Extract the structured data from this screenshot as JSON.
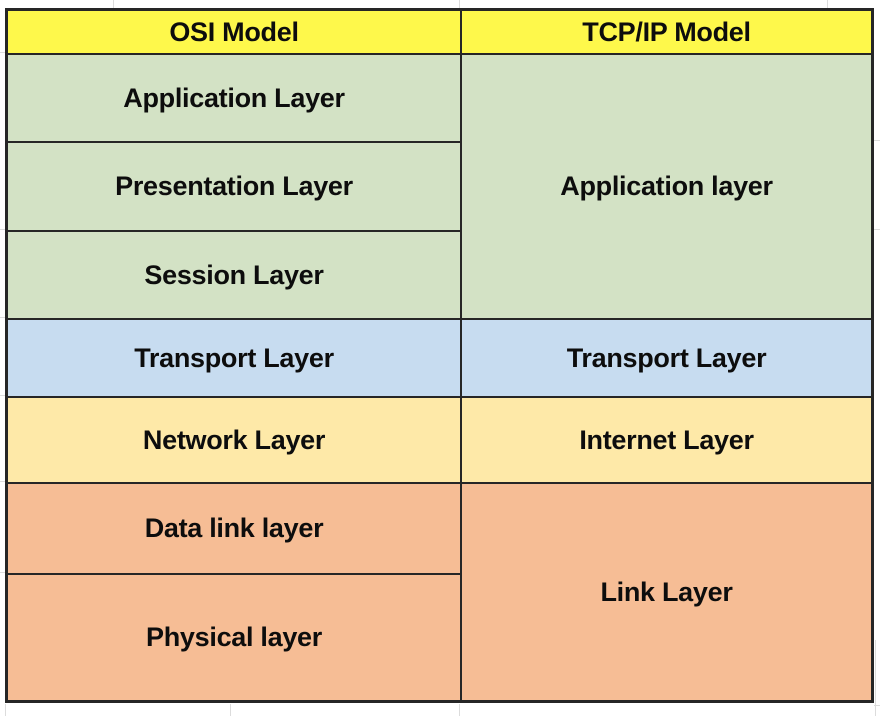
{
  "table": {
    "osi": {
      "header": "OSI Model",
      "layers": [
        "Application Layer",
        "Presentation Layer",
        "Session Layer",
        "Transport Layer",
        "Network Layer",
        "Data link layer",
        "Physical layer"
      ]
    },
    "tcpip": {
      "header": "TCP/IP Model",
      "layers": [
        "Application layer",
        "Transport Layer",
        "Internet Layer",
        "Link Layer"
      ]
    }
  },
  "colors": {
    "header_bg": "#fef84b",
    "application_band_bg": "#d3e2c5",
    "transport_band_bg": "#c7dcf0",
    "network_band_bg": "#fee9a8",
    "link_band_bg": "#f6bd95",
    "border": "#262626",
    "text": "#0d0d0d",
    "margin_gridline": "#dcdcdc"
  }
}
